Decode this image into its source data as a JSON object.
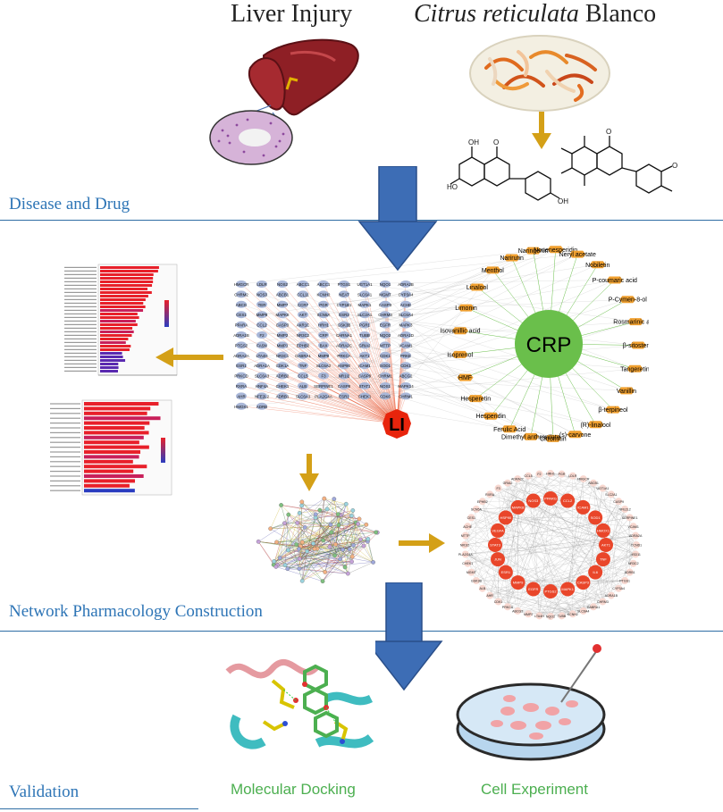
{
  "titles": {
    "liver_injury": "Liver Injury",
    "citrus_italic": "Citrus reticulata",
    "citrus_rest": " Blanco"
  },
  "stages": {
    "disease_drug": "Disease and Drug",
    "network": "Network Pharmacology Construction",
    "validation": "Validation"
  },
  "network": {
    "li_label": "LI",
    "crp_label": "CRP",
    "targets": [
      "HMGCR",
      "LDLR",
      "NOS2",
      "ABCC1",
      "ABCC1",
      "PTGS1",
      "UGT1A1",
      "NQO1",
      "ADRA2B",
      "CHRM2",
      "NOS3",
      "ABCB1",
      "CCL11",
      "KCNH2",
      "NEAT",
      "SLC6A1",
      "MGMT",
      "CYP3A4",
      "ABCG",
      "TER",
      "MMP7",
      "CCR7",
      "PGR",
      "CYP1B1",
      "MAPK1",
      "CASP3",
      "ACHE",
      "CES1",
      "MMP9",
      "MAPK8",
      "AKT",
      "SCN5A",
      "ESR2",
      "SLC2A1",
      "CHRM3",
      "SLC6A4",
      "PPARA",
      "CCL2",
      "CASP3",
      "AKR1C",
      "HRH1",
      "GSK3B",
      "PGR1",
      "EGFR",
      "MAPK3",
      "ADRA1B",
      "F2",
      "MMP2",
      "NR3C2",
      "CRP",
      "CHRNA1",
      "TUBB",
      "NQO2",
      "ADRA1D",
      "PTGS2",
      "FASN",
      "MMP1",
      "EPHB2",
      "BAX",
      "ADRA2C",
      "GRIA2",
      "MTTP",
      "VCAM1",
      "ADRA2A",
      "LTA4H",
      "NR3C1",
      "GABRA1",
      "MMP8",
      "PRKCA",
      "AKT1",
      "CDK1",
      "PRKE",
      "ESR1",
      "ADRA1A",
      "CDK1A",
      "TNF",
      "SLC6A2",
      "HSP90",
      "ICAM1",
      "SOD1",
      "CDK1",
      "PRKCD",
      "SLC6A3",
      "ADRB2",
      "CCL5",
      "F3",
      "NR1I2",
      "CASP9",
      "CHRM1",
      "ABCG2",
      "RXRA",
      "HNF4A",
      "CHEK1",
      "ALB",
      "SERPINE1",
      "CASP8",
      "STAT1",
      "NOS1",
      "MAPK14",
      "AHR",
      "NFE2L2",
      "ADRB1",
      "SLC6A3",
      "PLA2G4A",
      "ESR1",
      "CHEK1",
      "CDK6",
      "CHRM1",
      "HMOX1",
      "ADRB"
    ],
    "compounds": [
      "Naringenin",
      "Nonenesperidin",
      "Neryl acetate",
      "Nobiletin",
      "P-coumaric acid",
      "P-Cymen-8-ol",
      "Rosmarinic acid",
      "β-sitosterol",
      "Tangeretin",
      "Vanillin",
      "β-terpineol",
      "(R)-linalool",
      "(s)-carvone",
      "Citromitin",
      "Dimethyl anthranilate",
      "Ferulic Acid",
      "Hesperidin",
      "Hesperetin",
      "HMF",
      "Isoprenol",
      "Isovanillic acid",
      "Limonin",
      "Linalool",
      "Menthol",
      "Narirutin"
    ]
  },
  "ppi_core_labels": [
    "AKT1",
    "TNF",
    "IL6",
    "CASP3",
    "MAPK1",
    "PTGS2",
    "EGFR",
    "MMP9",
    "ESR1",
    "JUN",
    "STAT3",
    "VEGFA",
    "HSP90",
    "MAPK8",
    "NOS3",
    "PPARG",
    "CCL2",
    "ICAM1",
    "SOD1",
    "HMOX1"
  ],
  "ppi_outer_labels": [
    "CCND1",
    "HSD11",
    "NR3C2",
    "ADRB1",
    "PTGS1",
    "CYP3A4",
    "ADRA1B",
    "CHRM3",
    "GABRA1",
    "SLC6A4",
    "KCNH2",
    "TUBB",
    "NQO2",
    "LTA4H",
    "MMP2",
    "ABCG2",
    "PRKCA",
    "CDK1",
    "AHR",
    "ALB",
    "GSK3B",
    "MGMT",
    "CHEK1",
    "PLA2G4A",
    "NR1I2",
    "MTTP",
    "ACHE",
    "CES1",
    "SCN5A",
    "EPHB2",
    "RXRA",
    "F3",
    "GRIA2",
    "ADRA2C",
    "CCL5",
    "F2",
    "HRH1",
    "PGR",
    "LDLR",
    "HMGCR",
    "ABCB1",
    "UGT1A1",
    "SLC2A1",
    "CASP9",
    "NFE2L2",
    "SERPINE1",
    "VCAM1",
    "ADRA2A"
  ],
  "captions": {
    "docking": "Molecular Docking",
    "cell": "Cell Experiment"
  },
  "colors": {
    "stage_blue": "#2e75b6",
    "arrow_blue": "#3d6db5",
    "arrow_gold": "#d4a017",
    "li_red": "#e8240c",
    "crp_green": "#6abf4b",
    "compound_orange": "#f0a030",
    "caption_green": "#4caf50"
  }
}
